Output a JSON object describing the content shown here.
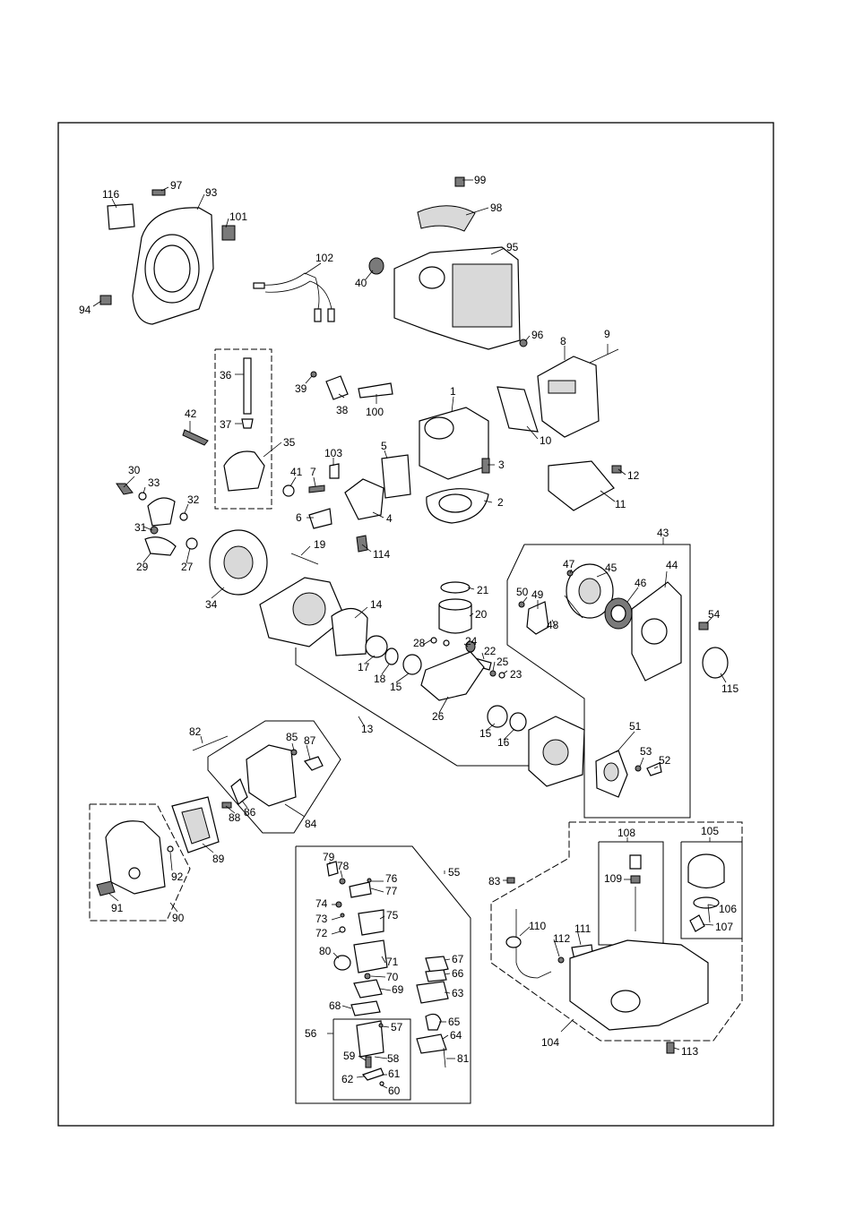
{
  "part_labels": [
    "1",
    "2",
    "3",
    "4",
    "5",
    "6",
    "7",
    "8",
    "9",
    "10",
    "11",
    "12",
    "13",
    "14",
    "15",
    "15",
    "16",
    "16",
    "17",
    "18",
    "19",
    "20",
    "21",
    "22",
    "23",
    "24",
    "25",
    "26",
    "27",
    "28",
    "29",
    "30",
    "31",
    "32",
    "33",
    "34",
    "35",
    "36",
    "37",
    "38",
    "39",
    "40",
    "41",
    "42",
    "43",
    "44",
    "45",
    "46",
    "47",
    "48",
    "49",
    "50",
    "51",
    "52",
    "53",
    "54",
    "55",
    "56",
    "57",
    "58",
    "59",
    "60",
    "61",
    "62",
    "63",
    "64",
    "65",
    "66",
    "67",
    "68",
    "69",
    "70",
    "71",
    "72",
    "73",
    "74",
    "75",
    "76",
    "77",
    "78",
    "79",
    "80",
    "81",
    "82",
    "83",
    "84",
    "85",
    "86",
    "87",
    "88",
    "89",
    "90",
    "91",
    "92",
    "93",
    "94",
    "95",
    "96",
    "97",
    "98",
    "99",
    "100",
    "101",
    "102",
    "103",
    "104",
    "105",
    "106",
    "107",
    "108",
    "109",
    "110",
    "111",
    "112",
    "113",
    "114",
    "115",
    "116"
  ]
}
